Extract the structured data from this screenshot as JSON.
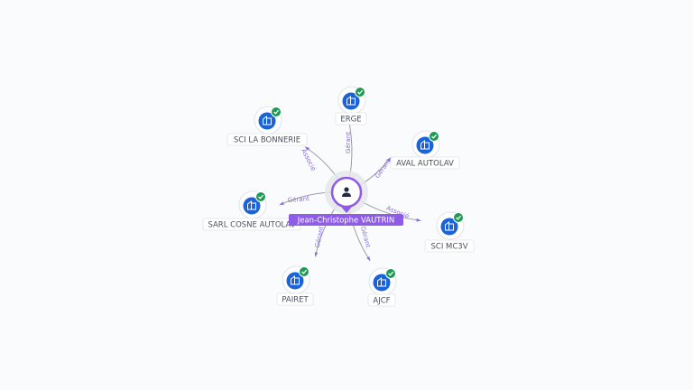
{
  "center": {
    "name": "Jean-Christophe VAUTRIN",
    "icon": "person-icon"
  },
  "companies": [
    {
      "name": "ERGE",
      "relation": "Gérant",
      "status": "active"
    },
    {
      "name": "SCI LA BONNERIE",
      "relation": "Associé",
      "status": "active"
    },
    {
      "name": "AVAL AUTOLAV",
      "relation": "Gérant",
      "status": "active"
    },
    {
      "name": "SARL COSNE AUTOLAV",
      "relation": "Gérant",
      "status": "active"
    },
    {
      "name": "SCI MC3V",
      "relation": "Associé",
      "status": "active"
    },
    {
      "name": "PAIRET",
      "relation": "Gérant",
      "status": "active"
    },
    {
      "name": "AJCF",
      "relation": "Gérant",
      "status": "active"
    }
  ],
  "colors": {
    "company_icon": "#1a63d8",
    "badge": "#1e9a52",
    "center_ring": "#8e5ce6",
    "relation_text": "#8b6fe0"
  }
}
